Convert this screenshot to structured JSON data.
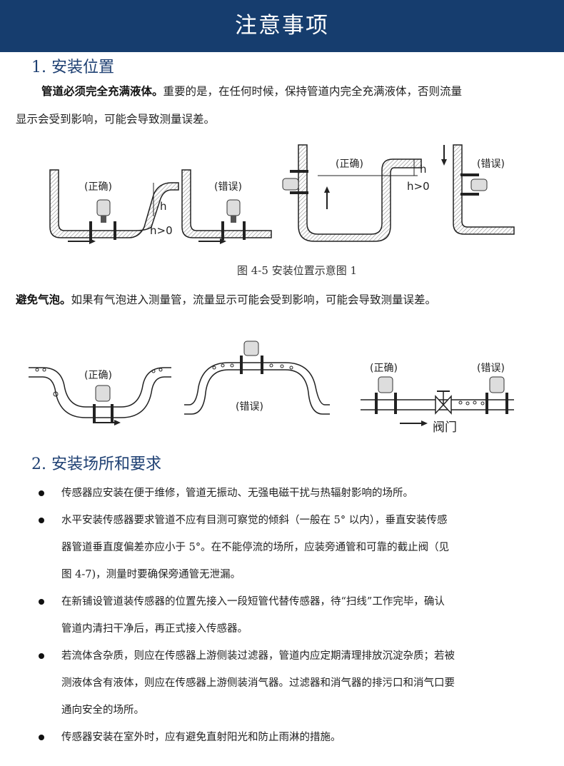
{
  "header": {
    "title": "注意事项"
  },
  "section1": {
    "heading": "1. 安装位置",
    "para1_bold": "管道必须完全充满液体。",
    "para1_line1": "重要的是，在任何时候，保持管道内完全充满液体，否则流量",
    "para1_line2": "显示会受到影响，可能会导致测量误差。",
    "figure_labels": {
      "correct": "(正确)",
      "wrong": "(错误)",
      "h": "h",
      "h_gt_0": "h>0",
      "valve": "阀门"
    },
    "caption": "图 4-5  安装位置示意图 1",
    "para2_bold": "避免气泡。",
    "para2_text": "如果有气泡进入测量管，流量显示可能会受到影响，可能会导致测量误差。"
  },
  "section2": {
    "heading": "2. 安装场所和要求",
    "bullets": [
      {
        "lines": [
          "传感器应安装在便于维修，管道无振动、无强电磁干扰与热辐射影响的场所。"
        ]
      },
      {
        "lines": [
          "水平安装传感器要求管道不应有目测可察觉的倾斜（一般在 5° 以内），垂直安装传感",
          "器管道垂直度偏差亦应小于 5°。在不能停流的场所，应装旁通管和可靠的截止阀（见",
          "图 4-7)，测量时要确保旁通管无泄漏。"
        ]
      },
      {
        "lines": [
          "在新铺设管道装传感器的位置先接入一段短管代替传感器，待“扫线”工作完毕，确认",
          "管道内清扫干净后，再正式接入传感器。"
        ]
      },
      {
        "lines": [
          "若流体含杂质，则应在传感器上游侧装过滤器，管道内应定期清理排放沉淀杂质；若被",
          "测液体含有液体，则应在传感器上游侧装消气器。过滤器和消气器的排污口和消气口要",
          "通向安全的场所。"
        ]
      },
      {
        "lines": [
          "传感器安装在室外时，应有避免直射阳光和防止雨淋的措施。"
        ]
      }
    ]
  }
}
